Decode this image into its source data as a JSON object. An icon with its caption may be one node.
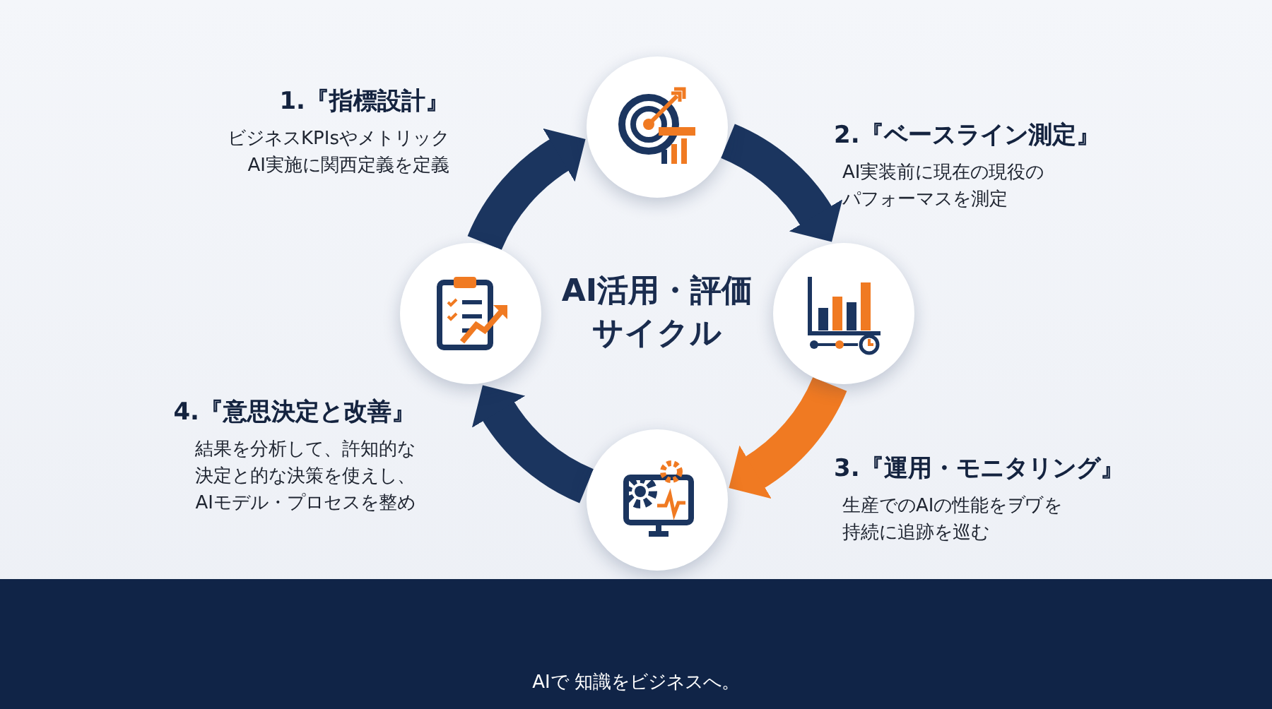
{
  "diagram": {
    "nodes": [
      {
        "text": [],
        "shape": "circle",
        "beside": [
          "1.『指標設計』",
          "ビジネスKPIsやメトリック AI実施に関西定義を定義"
        ]
      },
      {
        "text": [],
        "shape": "circle",
        "beside": [
          "2.『ベースライン測定』",
          "AI実装前に現在の現役のパフォーマスを測定"
        ]
      },
      {
        "text": [],
        "shape": "circle",
        "beside": [
          "3.『運用・モニタリング』",
          "生産でのAIの性能をヺヷを持続に追跡を巡む"
        ]
      },
      {
        "text": [],
        "shape": "circle",
        "beside": [
          "4.『意思決定と改善』",
          "結果を分析して、許知的な決定と的な決策を使えし、AIモデル・プロセスを整め"
        ]
      }
    ],
    "edges": [
      {
        "from": 0,
        "to": 1,
        "arrow": "to"
      },
      {
        "from": 1,
        "to": 2,
        "arrow": "to",
        "color": "#f07a22"
      },
      {
        "from": 2,
        "to": 3,
        "arrow": "to"
      },
      {
        "from": 3,
        "to": 0,
        "arrow": "to"
      }
    ],
    "labels": [
      "AI活用・評価サイクル",
      "AIで 知識をビジネスへ。"
    ]
  }
}
